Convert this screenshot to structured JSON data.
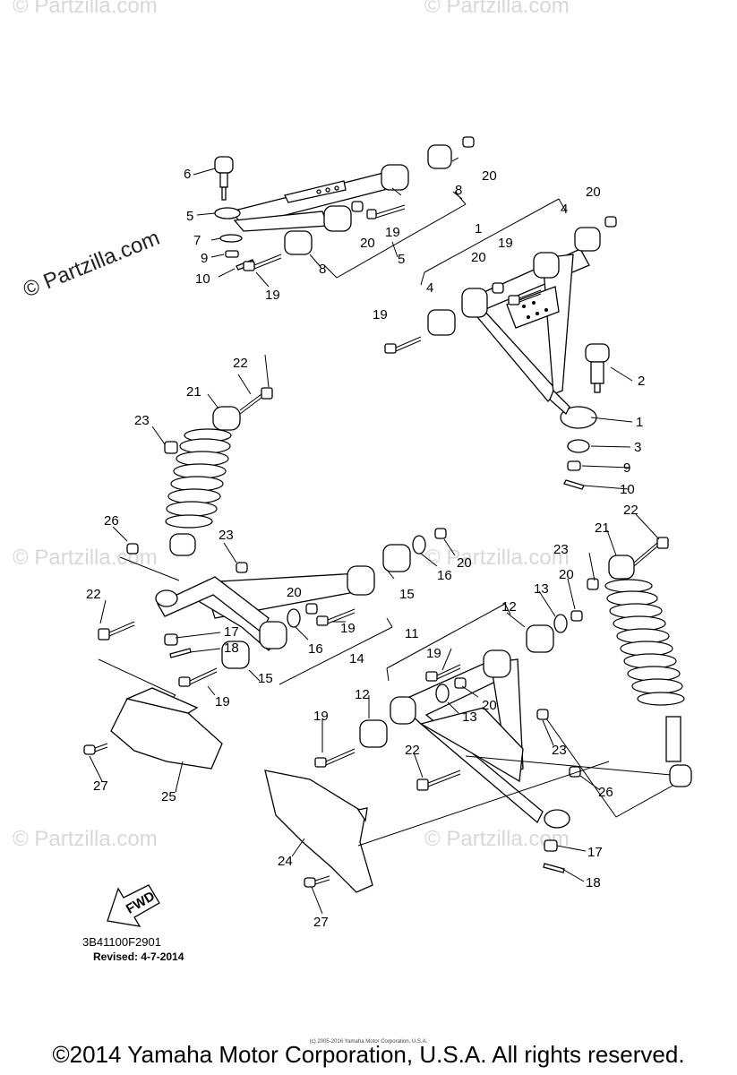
{
  "watermarks": {
    "side": "© Partzilla.com",
    "faint": "© Partzilla.com"
  },
  "callouts": [
    "1",
    "1",
    "2",
    "3",
    "4",
    "4",
    "5",
    "5",
    "6",
    "7",
    "8",
    "8",
    "9",
    "9",
    "10",
    "10",
    "11",
    "12",
    "12",
    "13",
    "13",
    "14",
    "15",
    "15",
    "16",
    "16",
    "17",
    "17",
    "18",
    "18",
    "19",
    "19",
    "19",
    "19",
    "19",
    "19",
    "19",
    "20",
    "20",
    "20",
    "20",
    "20",
    "20",
    "20",
    "21",
    "21",
    "22",
    "22",
    "22",
    "22",
    "23",
    "23",
    "23",
    "23",
    "24",
    "25",
    "26",
    "26",
    "27",
    "27"
  ],
  "fwd_label": "FWD",
  "diagram_code": "3B41100F2901",
  "revised": "Revised: 4-7-2014",
  "copyright": "©2014 Yamaha Motor Corporation, U.S.A. All rights reserved.",
  "small_copyright": "(c) 2005-2016 Yamaha Motor Corporation, U.S.A."
}
